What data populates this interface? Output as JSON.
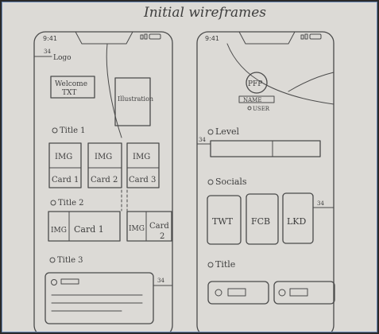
{
  "page_title": "Initial wireframes",
  "phone_left": {
    "status_time": "9:41",
    "spacing_label": "34",
    "logo": "Logo",
    "welcome_line1": "Welcome",
    "welcome_line2": "TXT",
    "illustration": "Illustration",
    "section1_title": "Title 1",
    "section1_cards": [
      {
        "img": "IMG",
        "label": "Card 1"
      },
      {
        "img": "IMG",
        "label": "Card 2"
      },
      {
        "img": "IMG",
        "label": "Card 3"
      }
    ],
    "section2_title": "Title 2",
    "section2_cards": [
      {
        "img": "IMG",
        "label": "Card 1"
      },
      {
        "img": "IMG",
        "label": "Card",
        "label2": "2"
      }
    ],
    "section3_title": "Title 3",
    "section3_spacing_label": "34"
  },
  "phone_right": {
    "status_time": "9:41",
    "avatar": "PFP",
    "name": "NAME",
    "user": "USER",
    "level_title": "Level",
    "level_spacing_label": "34",
    "socials_title": "Socials",
    "socials": [
      "TWT",
      "FCB",
      "LKD"
    ],
    "socials_spacing_label": "34",
    "bottom_title": "Title"
  }
}
